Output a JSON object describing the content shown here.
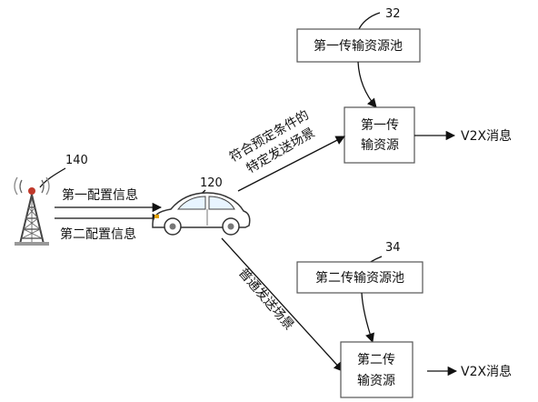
{
  "nodes": {
    "pool_1": {
      "ref": "32",
      "label": "第一传输资源池"
    },
    "pool_2": {
      "ref": "34",
      "label": "第二传输资源池"
    },
    "resource_1": {
      "line1": "第一传",
      "line2": "输资源"
    },
    "resource_2": {
      "line1": "第二传",
      "line2": "输资源"
    },
    "base_station": {
      "ref": "140"
    },
    "vehicle": {
      "ref": "120"
    }
  },
  "edges": {
    "config_1": "第一配置信息",
    "config_2": "第二配置信息",
    "special_scene_line1": "符合预定条件的",
    "special_scene_line2": "特定发送场景",
    "normal_scene": "普通发送场景",
    "output_1": "V2X消息",
    "output_2": "V2X消息"
  }
}
